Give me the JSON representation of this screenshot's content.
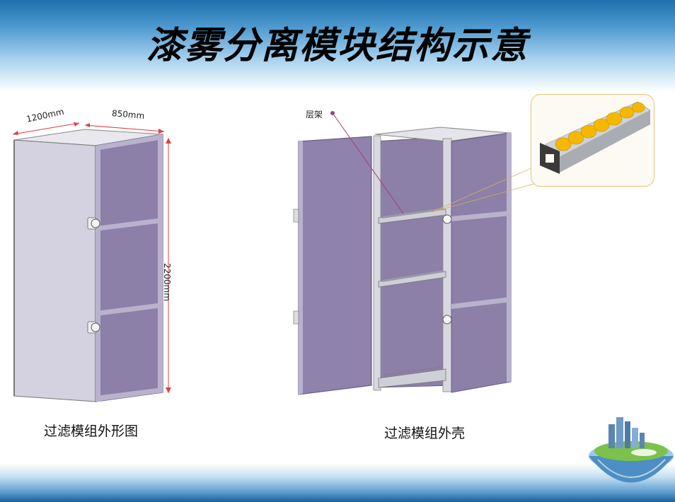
{
  "slide": {
    "title": "漆雾分离模块结构示意"
  },
  "left_figure": {
    "caption": "过滤模组外形图",
    "dimensions": {
      "width_label": "1200mm",
      "depth_label": "850mm",
      "height_label": "2200mm"
    }
  },
  "right_figure": {
    "caption": "过滤模组外壳",
    "callout_label": "层架"
  },
  "colors": {
    "panel_purple": "#8c7fa8",
    "panel_light": "#c9c3da",
    "frame_gray": "#d8d8e0",
    "dimension_red": "#e04040",
    "roller_yellow": "#f5b800",
    "title_band_blue": "#2f7fc0"
  },
  "icons": {
    "inset": "roller-rail-closeup",
    "decoration": "globe-city-icon"
  }
}
